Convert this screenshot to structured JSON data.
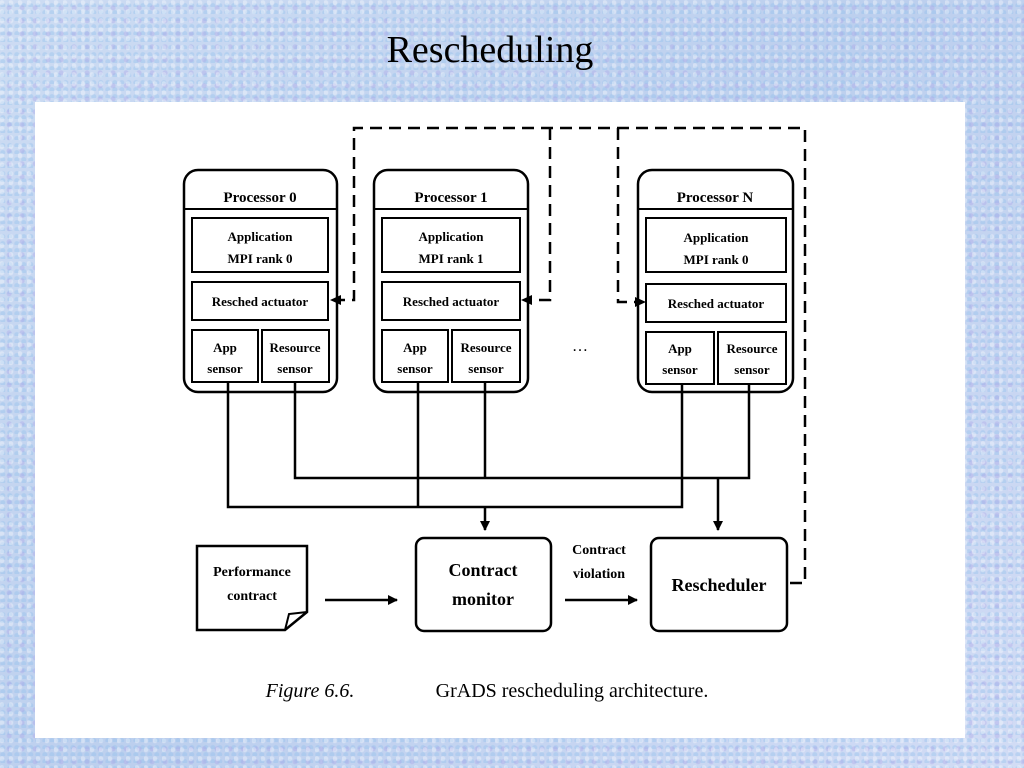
{
  "slide": {
    "title": "Rescheduling"
  },
  "diagram": {
    "processors": [
      {
        "title": "Processor 0",
        "app_line1": "Application",
        "app_line2": "MPI rank 0",
        "actuator": "Resched actuator",
        "app_sensor_1": "App",
        "app_sensor_2": "sensor",
        "res_sensor_1": "Resource",
        "res_sensor_2": "sensor"
      },
      {
        "title": "Processor 1",
        "app_line1": "Application",
        "app_line2": "MPI rank 1",
        "actuator": "Resched actuator",
        "app_sensor_1": "App",
        "app_sensor_2": "sensor",
        "res_sensor_1": "Resource",
        "res_sensor_2": "sensor"
      },
      {
        "title": "Processor N",
        "app_line1": "Application",
        "app_line2": "MPI rank 0",
        "actuator": "Resched actuator",
        "app_sensor_1": "App",
        "app_sensor_2": "sensor",
        "res_sensor_1": "Resource",
        "res_sensor_2": "sensor"
      }
    ],
    "ellipsis": "…",
    "performance_contract": {
      "line1": "Performance",
      "line2": "contract"
    },
    "contract_monitor": {
      "line1": "Contract",
      "line2": "monitor"
    },
    "violation_label": {
      "line1": "Contract",
      "line2": "violation"
    },
    "rescheduler": "Rescheduler"
  },
  "caption": {
    "figure": "Figure 6.6.",
    "text": "GrADS rescheduling architecture."
  }
}
